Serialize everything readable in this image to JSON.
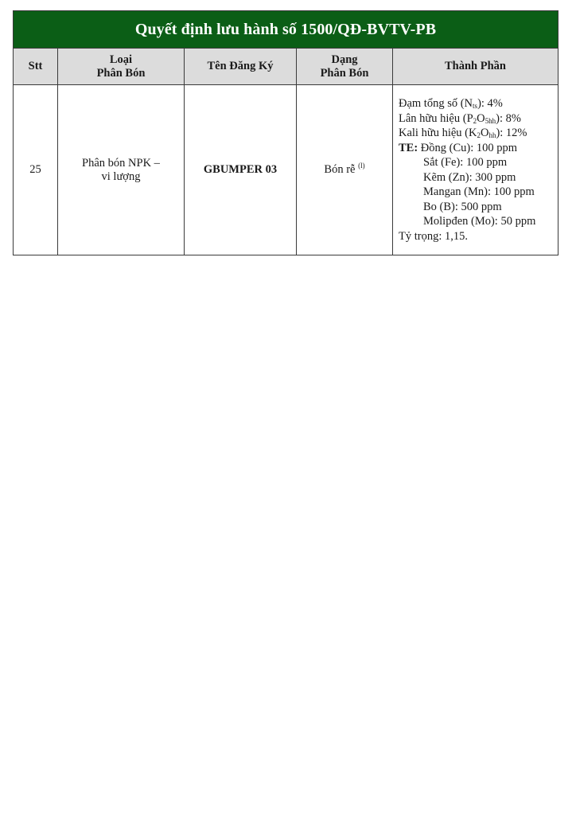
{
  "title": "Quyết định lưu hành số 1500/QĐ-BVTV-PB",
  "headers": {
    "stt": "Stt",
    "loai_line1": "Loại",
    "loai_line2": "Phân Bón",
    "ten": "Tên Đăng Ký",
    "dang_line1": "Dạng",
    "dang_line2": "Phân Bón",
    "thanh_phan": "Thành Phần"
  },
  "row": {
    "stt": "25",
    "loai_line1": "Phân bón NPK –",
    "loai_line2": "vi lượng",
    "ten": "GBUMPER 03",
    "dang": "Bón rễ",
    "dang_note": "(l)",
    "components": {
      "n_pre": "Đạm tổng số (N",
      "n_sub": "ts",
      "n_post": "): 4%",
      "p_pre": "Lân hữu hiệu (P",
      "p_sub1": "2",
      "p_mid": "O",
      "p_sub2": "5hh",
      "p_post": "): 8%",
      "k_pre": "Kali hữu hiệu (K",
      "k_sub1": "2",
      "k_mid": "O",
      "k_sub2": "hh",
      "k_post": "): 12%",
      "te_label": "TE:",
      "cu": " Đồng (Cu): 100 ppm",
      "fe": "Sắt (Fe): 100 ppm",
      "zn": "Kẽm (Zn): 300 ppm",
      "mn": "Mangan (Mn): 100 ppm",
      "b": "Bo (B): 500 ppm",
      "mo": "Molipđen (Mo): 50 ppm",
      "density": "Tỷ trọng: 1,15."
    }
  },
  "colors": {
    "title_bg": "#0b5e16",
    "header_bg": "#dcdcdc"
  }
}
